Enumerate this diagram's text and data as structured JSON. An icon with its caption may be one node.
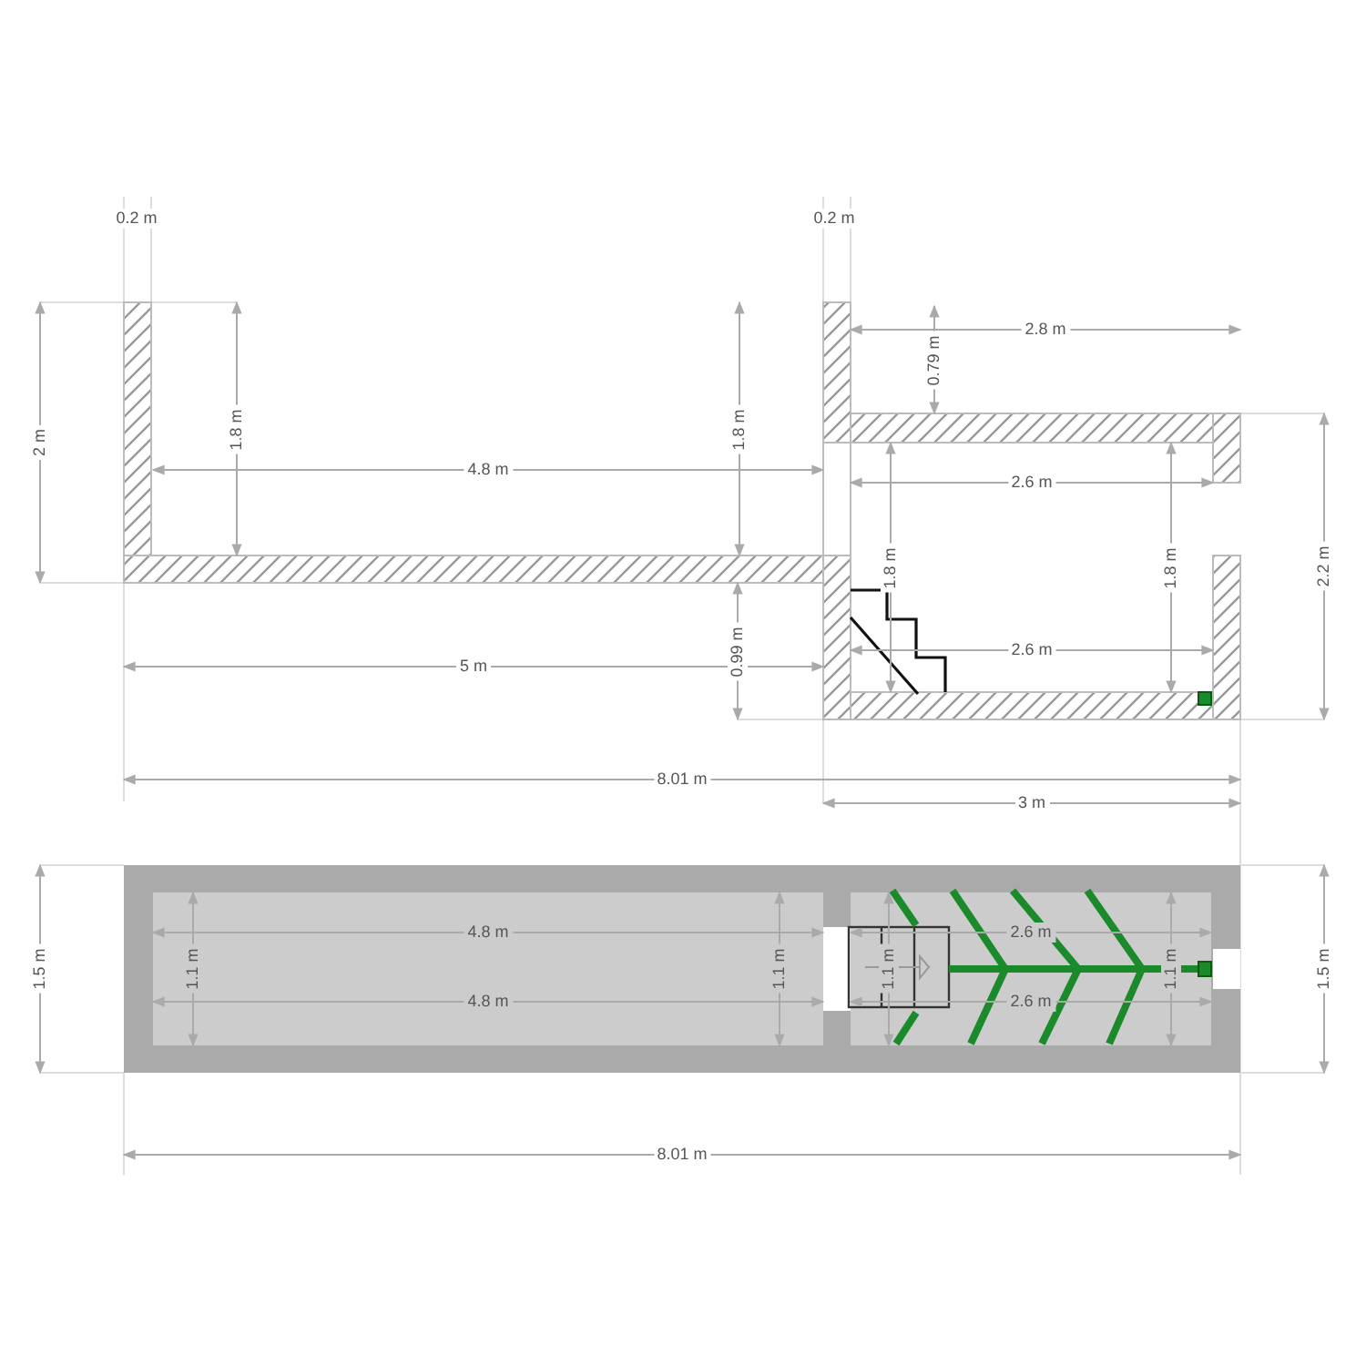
{
  "diagram": {
    "labels": [
      "0.2 m",
      "0.2 m",
      "2.8 m",
      "0.79 m",
      "2 m",
      "1.8 m",
      "1.8 m",
      "4.8 m",
      "2.6 m",
      "1.8 m",
      "1.8 m",
      "2.2 m",
      "2.6 m",
      "5 m",
      "0.99 m",
      "8.01 m",
      "3 m",
      "1.5 m",
      "4.8 m",
      "2.6 m",
      "1.1 m",
      "1.1 m",
      "1.1 m",
      "1.1 m",
      "1.5 m",
      "4.8 m",
      "2.6 m",
      "8.01 m"
    ]
  }
}
